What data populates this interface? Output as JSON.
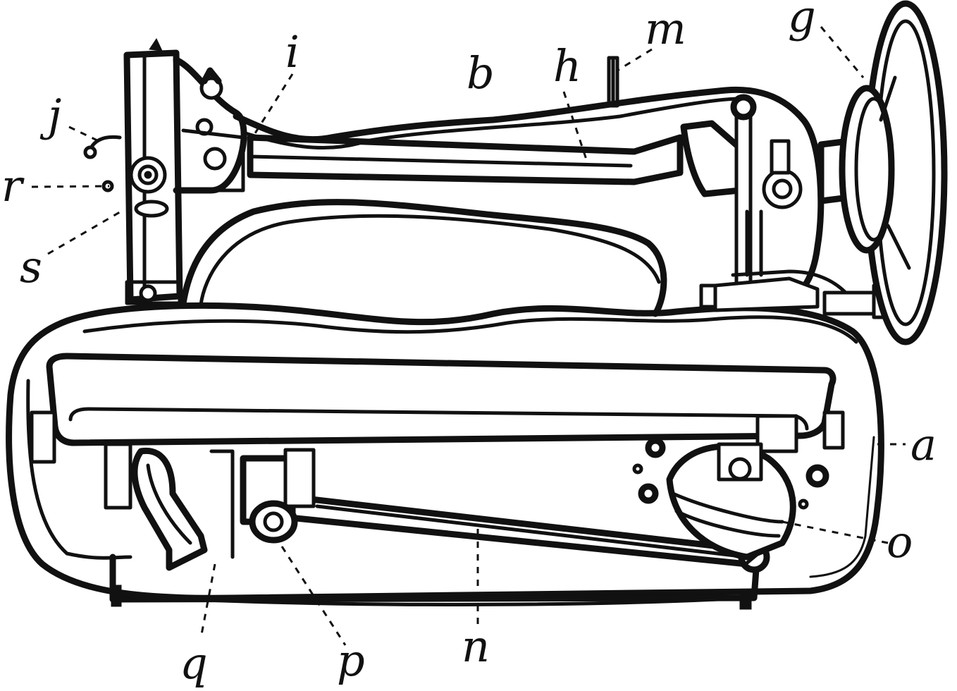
{
  "diagram": {
    "labels": {
      "a": "a",
      "b": "b",
      "g": "g",
      "h": "h",
      "i": "i",
      "j": "j",
      "m": "m",
      "n": "n",
      "o": "o",
      "p": "p",
      "q": "q",
      "r": "r",
      "s": "s"
    }
  }
}
